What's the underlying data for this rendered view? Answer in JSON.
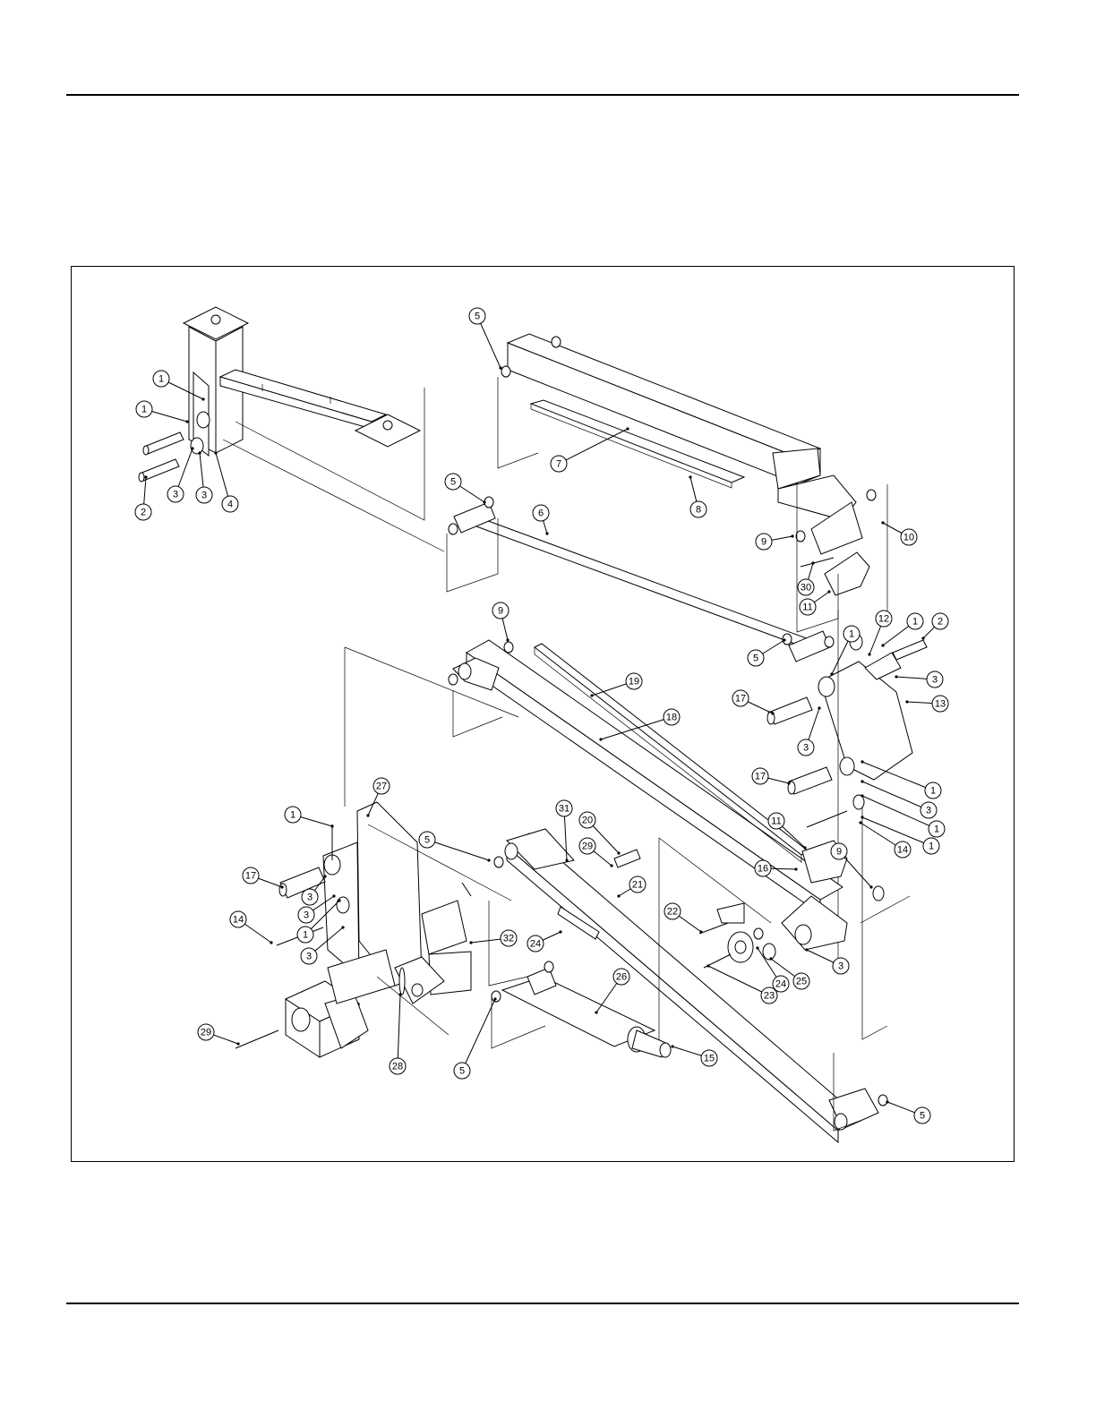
{
  "figure": {
    "callouts": [
      {
        "label": "5"
      },
      {
        "label": "1"
      },
      {
        "label": "1"
      },
      {
        "label": "2"
      },
      {
        "label": "3"
      },
      {
        "label": "3"
      },
      {
        "label": "4"
      },
      {
        "label": "7"
      },
      {
        "label": "8"
      },
      {
        "label": "5"
      },
      {
        "label": "6"
      },
      {
        "label": "9"
      },
      {
        "label": "10"
      },
      {
        "label": "30"
      },
      {
        "label": "11"
      },
      {
        "label": "9"
      },
      {
        "label": "12"
      },
      {
        "label": "1"
      },
      {
        "label": "2"
      },
      {
        "label": "1"
      },
      {
        "label": "5"
      },
      {
        "label": "3"
      },
      {
        "label": "19"
      },
      {
        "label": "13"
      },
      {
        "label": "17"
      },
      {
        "label": "18"
      },
      {
        "label": "3"
      },
      {
        "label": "17"
      },
      {
        "label": "1"
      },
      {
        "label": "3"
      },
      {
        "label": "27"
      },
      {
        "label": "1"
      },
      {
        "label": "31"
      },
      {
        "label": "20"
      },
      {
        "label": "1"
      },
      {
        "label": "14"
      },
      {
        "label": "3"
      },
      {
        "label": "5"
      },
      {
        "label": "29"
      },
      {
        "label": "11"
      },
      {
        "label": "9"
      },
      {
        "label": "1"
      },
      {
        "label": "16"
      },
      {
        "label": "17"
      },
      {
        "label": "3"
      },
      {
        "label": "21"
      },
      {
        "label": "1"
      },
      {
        "label": "22"
      },
      {
        "label": "14"
      },
      {
        "label": "3"
      },
      {
        "label": "32"
      },
      {
        "label": "24"
      },
      {
        "label": "3"
      },
      {
        "label": "24"
      },
      {
        "label": "25"
      },
      {
        "label": "23"
      },
      {
        "label": "26"
      },
      {
        "label": "29"
      },
      {
        "label": "28"
      },
      {
        "label": "5"
      },
      {
        "label": "15"
      },
      {
        "label": "5"
      }
    ]
  }
}
